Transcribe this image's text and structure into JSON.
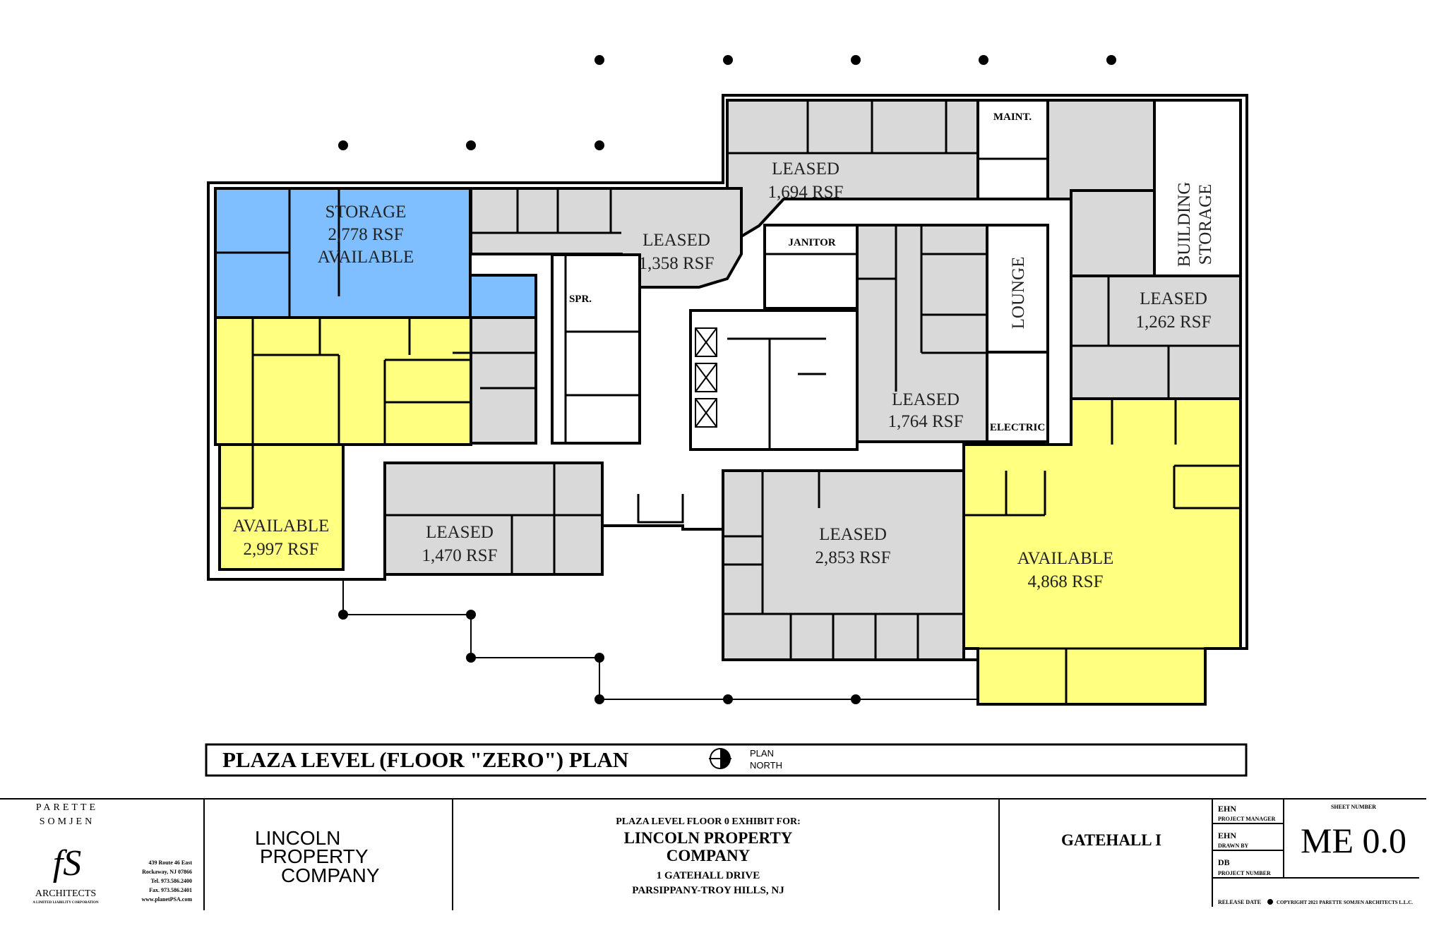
{
  "colors": {
    "available": "#ffff80",
    "storage": "#80bfff",
    "leased": "#d9d9d9",
    "common": "#ffffff"
  },
  "spaces": {
    "storage": {
      "l1": "STORAGE",
      "l2": "2,778 RSF",
      "l3": "AVAILABLE"
    },
    "avail_west": {
      "l1": "AVAILABLE",
      "l2": "2,997 RSF"
    },
    "avail_east": {
      "l1": "AVAILABLE",
      "l2": "4,868 RSF"
    },
    "leased_1358": {
      "l1": "LEASED",
      "l2": "1,358 RSF"
    },
    "leased_1694": {
      "l1": "LEASED",
      "l2": "1,694 RSF"
    },
    "leased_1262": {
      "l1": "LEASED",
      "l2": "1,262 RSF"
    },
    "leased_1764": {
      "l1": "LEASED",
      "l2": "1,764 RSF"
    },
    "leased_1470": {
      "l1": "LEASED",
      "l2": "1,470 RSF"
    },
    "leased_2853": {
      "l1": "LEASED",
      "l2": "2,853 RSF"
    },
    "rooms": {
      "maint": "MAINT.",
      "janitor": "JANITOR",
      "spr": "SPR.",
      "lounge": "LOUNGE",
      "electric": "ELECTRIC",
      "building_storage_1": "BUILDING",
      "building_storage_2": "STORAGE"
    }
  },
  "plan_title": "PLAZA LEVEL (FLOOR \"ZERO\") PLAN",
  "north": {
    "l1": "PLAN",
    "l2": "NORTH"
  },
  "title_block": {
    "architect": {
      "l1": "PARETTE",
      "l2": "SOMJEN",
      "name": "ARCHITECTS",
      "sub": "A LIMITED LIABILITY CORPORATION",
      "address": [
        "439 Route 46 East",
        "Rockaway, NJ 07866",
        "Tel. 973.586.2400",
        "Fax. 973.586.2401",
        "www.planetPSA.com"
      ]
    },
    "client_logo": {
      "l1": "LINCOLN",
      "l2": "PROPERTY",
      "l3": "COMPANY"
    },
    "exhibit": {
      "for": "PLAZA LEVEL FLOOR 0 EXHIBIT FOR:",
      "client1": "LINCOLN PROPERTY",
      "client2": "COMPANY",
      "addr1": "1 GATEHALL DRIVE",
      "addr2": "PARSIPPANY-TROY HILLS, NJ"
    },
    "project": "GATEHALL I",
    "project_manager": {
      "value": "EHN",
      "label": "PROJECT MANAGER"
    },
    "drawn_by": {
      "value": "EHN",
      "label": "DRAWN BY"
    },
    "project_number": {
      "value": "DB",
      "label": "PROJECT NUMBER"
    },
    "sheet_label": "SHEET NUMBER",
    "sheet_number": "ME 0.0",
    "release_date": "RELEASE DATE",
    "copyright": "COPYRIGHT 2021 PARETTE SOMJEN ARCHITECTS L.L.C."
  }
}
